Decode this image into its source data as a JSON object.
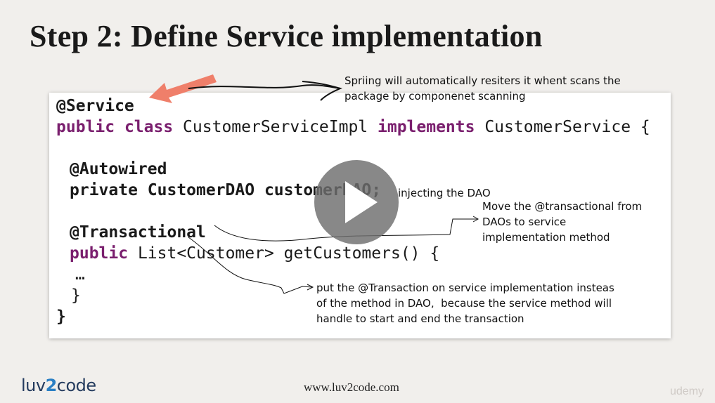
{
  "slide": {
    "title": "Step 2: Define Service implementation",
    "footer_url": "www.luv2code.com",
    "watermark": "udemy"
  },
  "logo": {
    "part1": "luv",
    "part2": "2",
    "part3": "code"
  },
  "code": {
    "annotation_service": "@Service",
    "class_kw_public": "public",
    "class_kw_class": "class",
    "class_name": " CustomerServiceImpl ",
    "class_kw_implements": "implements",
    "class_iface": " CustomerService {",
    "annotation_autowired": "@Autowired",
    "field_decl": "private CustomerDAO customerDAO;",
    "annotation_transactional": "@Transactional",
    "method_kw_public": "public",
    "method_sig": " List<Customer> getCustomers() {",
    "ellipsis": "…",
    "inner_close": "}",
    "outer_close": "}"
  },
  "notes": {
    "service_note": "Spriing will automatically resiters it whent scans the\npackage by componenet scanning",
    "dao_note": "injecting the DAO",
    "transactional_move_note": "Move the @transactional from\nDAOs to service\nimplementation method",
    "transaction_note": "put the @Transaction on service implementation insteas\nof the method in DAO,  because the service method will\nhandle to start and end the transaction"
  },
  "colors": {
    "background": "#f1efec",
    "keyword": "#7a1f6e",
    "pointer_arrow": "#ef7f6a",
    "logo_dark": "#243b5e",
    "logo_accent": "#2a7fc4"
  },
  "icons": {
    "play": "play-icon",
    "pointer": "arrow-icon"
  }
}
